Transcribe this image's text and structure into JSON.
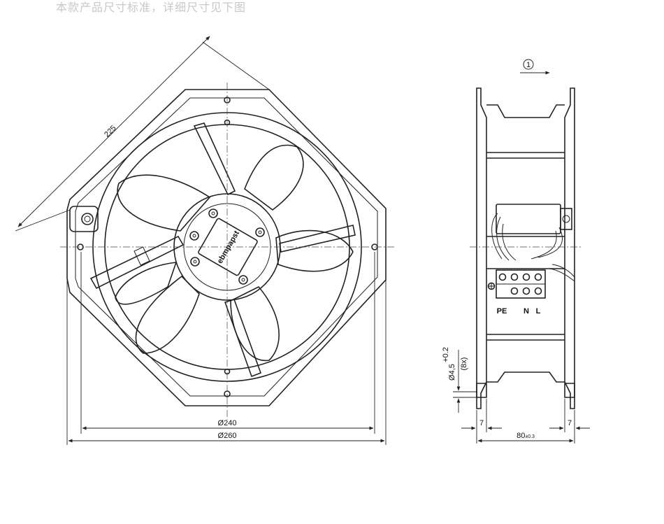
{
  "header_note": "本款产品尺寸标准，详细尺寸见下图",
  "front_view": {
    "dim_diagonal": "225",
    "dim_inner": "Ø240",
    "dim_outer": "Ø260",
    "hub_label": "ebmpapst"
  },
  "side_view": {
    "flow_marker": "1",
    "terminal_labels": {
      "pe": "PE",
      "n": "N",
      "l": "L"
    },
    "dim_hole": "Ø4,5",
    "dim_hole_tol": "+0.2",
    "dim_hole_count": "(8x)",
    "dim_flange_left": "7",
    "dim_flange_right": "7",
    "dim_depth": "80",
    "dim_depth_tol": "±0.3"
  }
}
